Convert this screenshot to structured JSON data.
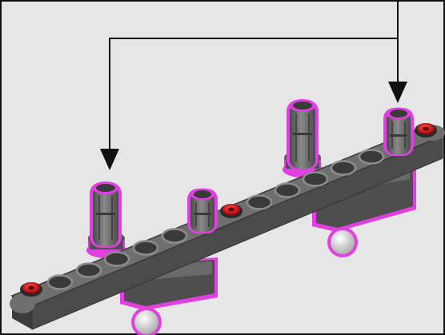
{
  "diagram": {
    "subject": "lego-technic-beam-assembly",
    "colors": {
      "background": "#e6e6e6",
      "border": "#111111",
      "arrow": "#111111",
      "beam": "#5b5b5b",
      "beam_top": "#6f6f6f",
      "beam_dark": "#3c3c3c",
      "highlight": "#e040e0",
      "pin_cap": "#c81414",
      "ball": "#d9d9d9"
    },
    "parts": {
      "beam_holes": 13,
      "axle_pins": 4,
      "highlighted_pins": 4,
      "red_pin_caps": 3,
      "ball_feet": 2,
      "insertion_arrows": 2
    }
  }
}
